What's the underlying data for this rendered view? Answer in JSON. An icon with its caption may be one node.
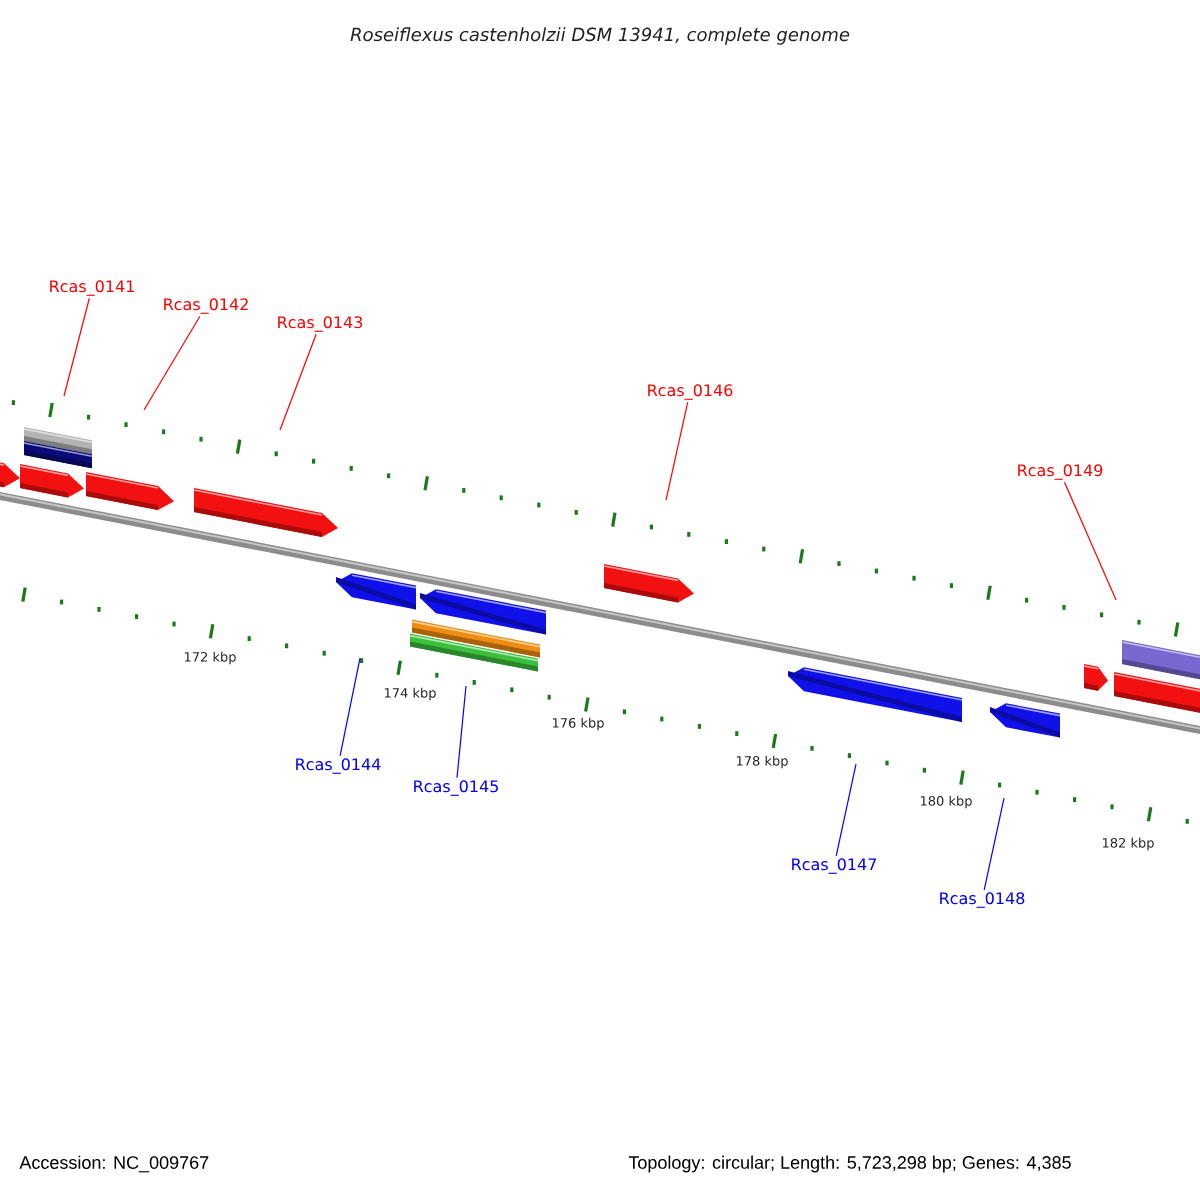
{
  "diagram": {
    "title": "Roseiflexus castenholzii DSM 13941, complete genome",
    "nodes": [
      {
        "text": [
          "Rcas_0141"
        ]
      },
      {
        "text": [
          "Rcas_0142"
        ]
      },
      {
        "text": [
          "Rcas_0143"
        ]
      },
      {
        "text": [
          "Rcas_0146"
        ]
      },
      {
        "text": [
          "Rcas_0149"
        ]
      },
      {
        "text": [
          "Rcas_0144"
        ]
      },
      {
        "text": [
          "Rcas_0145"
        ]
      },
      {
        "text": [
          "Rcas_0147"
        ]
      },
      {
        "text": [
          "Rcas_0148"
        ]
      }
    ],
    "edges": [
      {
        "from": 0,
        "to": null,
        "arrow": "none"
      },
      {
        "from": 1,
        "to": null,
        "arrow": "none"
      },
      {
        "from": 2,
        "to": null,
        "arrow": "none"
      },
      {
        "from": 3,
        "to": null,
        "arrow": "none"
      },
      {
        "from": 4,
        "to": null,
        "arrow": "none"
      },
      {
        "from": 5,
        "to": null,
        "arrow": "none",
        "color": "#0000ff"
      },
      {
        "from": 6,
        "to": null,
        "arrow": "none",
        "color": "#0000ff"
      },
      {
        "from": 7,
        "to": null,
        "arrow": "none",
        "color": "#0000ff"
      },
      {
        "from": 8,
        "to": null,
        "arrow": "none",
        "color": "#0000ff"
      }
    ],
    "labels": [
      "172 kbp",
      "174 kbp",
      "176 kbp",
      "178 kbp",
      "180 kbp",
      "182 kbp",
      "Accession: NC_009767",
      "Topology: circular; Length: 5,723,298 bp; Genes: 4,385"
    ]
  }
}
